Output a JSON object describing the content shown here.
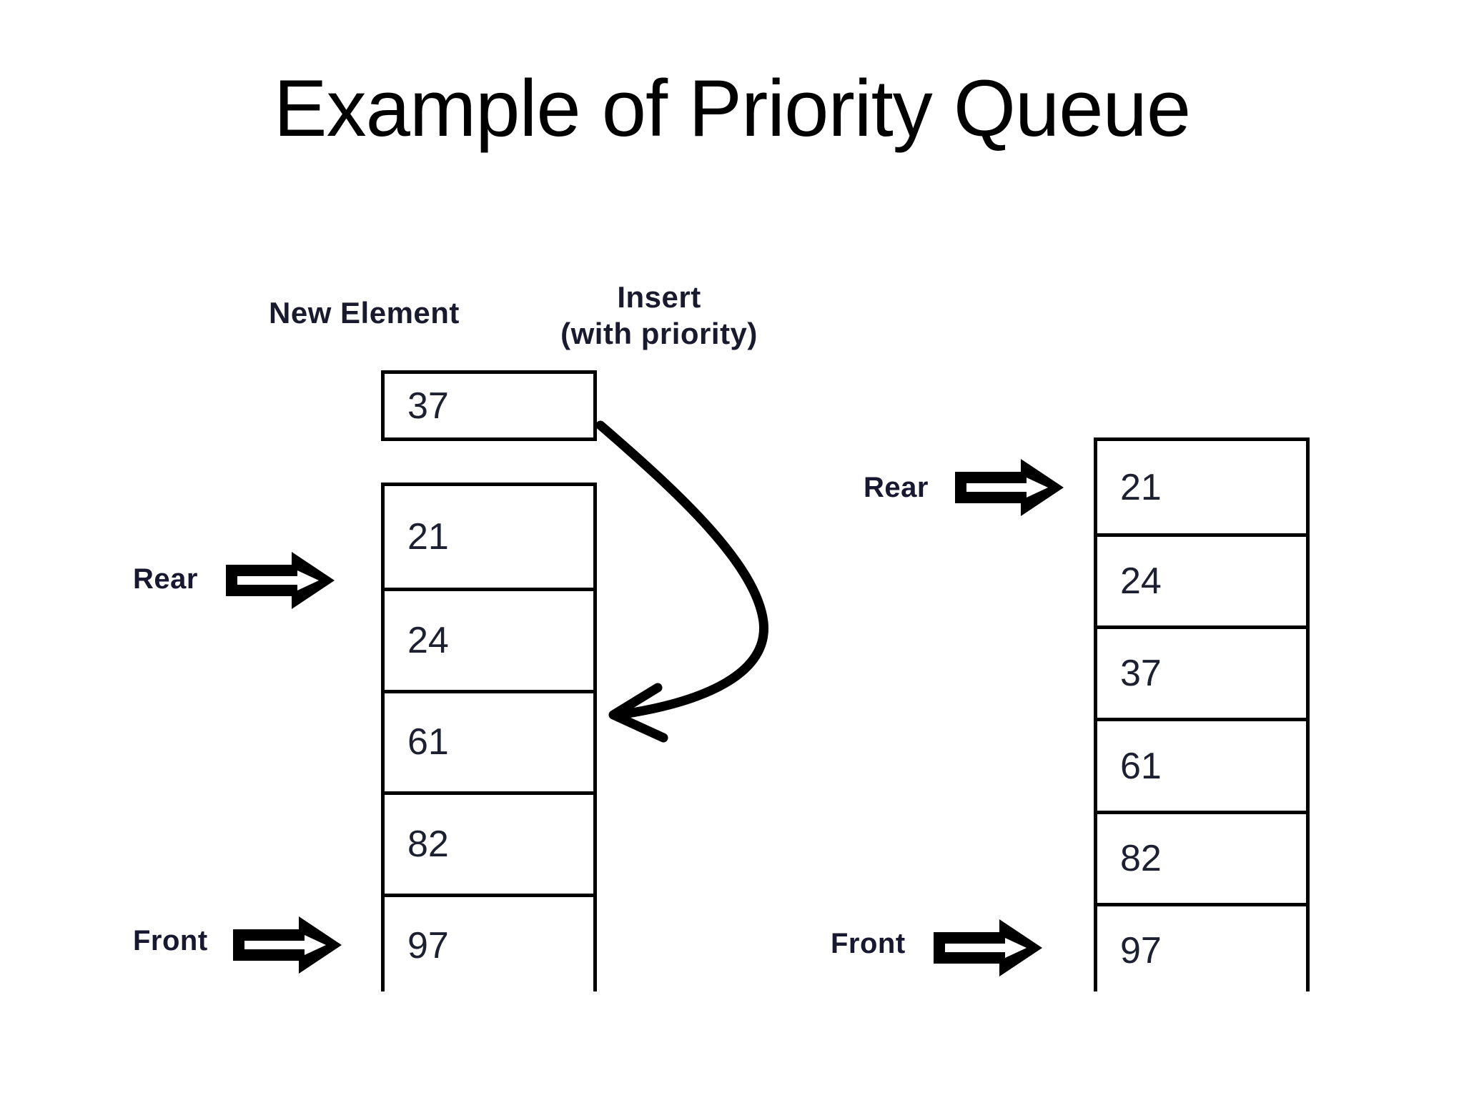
{
  "slide": {
    "title": "Example of Priority Queue",
    "background_color": "#ffffff",
    "text_color": "#000000"
  },
  "diagram": {
    "labels": {
      "new_element": "New Element",
      "insert_line1": "Insert",
      "insert_line2": "(with priority)"
    },
    "insert_arrow": {
      "name": "insert-curved-arrow",
      "from": "new-element-box",
      "to": "left-queue-position-3",
      "color": "#000000"
    },
    "new_element_box": {
      "label": "New Element",
      "value": "37"
    },
    "left_queue": {
      "name": "queue-before-insert",
      "rear_label": "Rear",
      "front_label": "Front",
      "cells": [
        {
          "value": "21"
        },
        {
          "value": "24"
        },
        {
          "value": "61"
        },
        {
          "value": "82"
        },
        {
          "value": "97"
        }
      ]
    },
    "right_queue": {
      "name": "queue-after-insert",
      "rear_label": "Rear",
      "front_label": "Front",
      "cells": [
        {
          "value": "21"
        },
        {
          "value": "24"
        },
        {
          "value": "37"
        },
        {
          "value": "61"
        },
        {
          "value": "82"
        },
        {
          "value": "97"
        }
      ]
    },
    "icons": {
      "pointer_arrow": "right-block-arrow-icon",
      "insert_arrow": "curved-arrow-icon"
    },
    "colors": {
      "outline": "#000000",
      "value_text": "#1d2030",
      "label_text": "#1a1a2e",
      "arrow_fill": "#000000"
    }
  }
}
